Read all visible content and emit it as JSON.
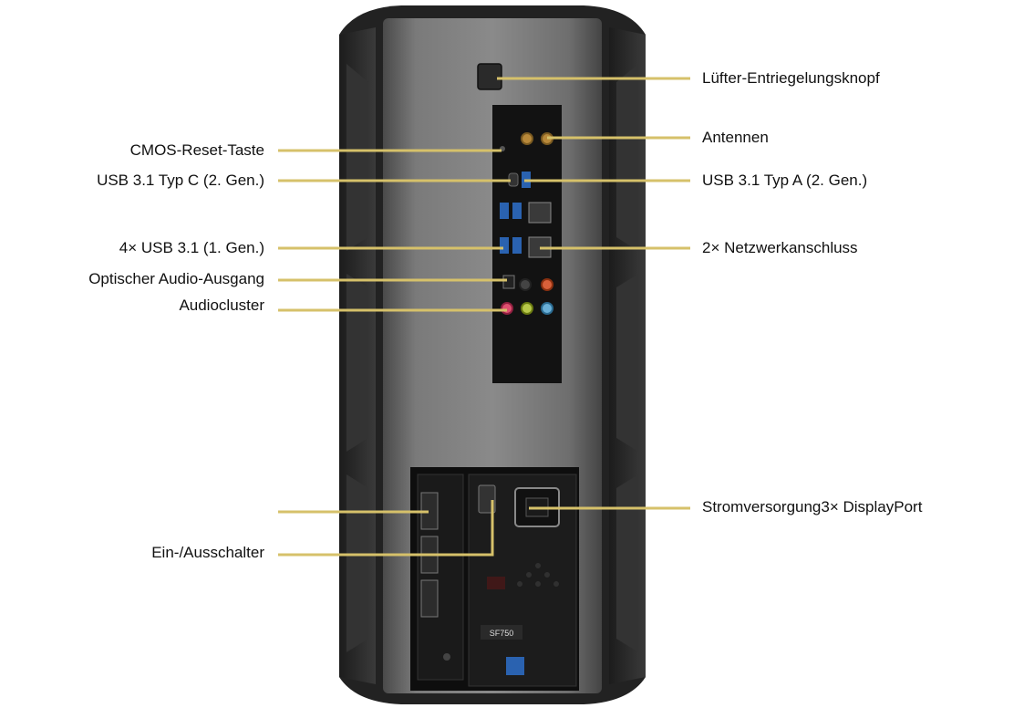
{
  "colors": {
    "leader": "#d6c16a",
    "chassis_dark": "#2b2b2b",
    "chassis_panel": "#6c6c6c",
    "io_panel": "#121212",
    "text": "#111111"
  },
  "labels": {
    "fan_release_button": "Lüfter-Entriegelungsknopf",
    "antennas": "Antennen",
    "usb_type_a": "USB 3.1 Typ A (2. Gen.)",
    "network": "2× Netzwerkanschluss",
    "power_and_displayport": "Stromversorgung3× DisplayPort",
    "cmos_reset": "CMOS-Reset-Taste",
    "usb_type_c": "USB 3.1 Typ C (2. Gen.)",
    "usb_gen1": "4× USB 3.1 (1. Gen.)",
    "optical_audio": "Optischer Audio-Ausgang",
    "audio_cluster": "Audiocluster",
    "power_switch": "Ein-/Ausschalter"
  },
  "psu_label": "SF750"
}
